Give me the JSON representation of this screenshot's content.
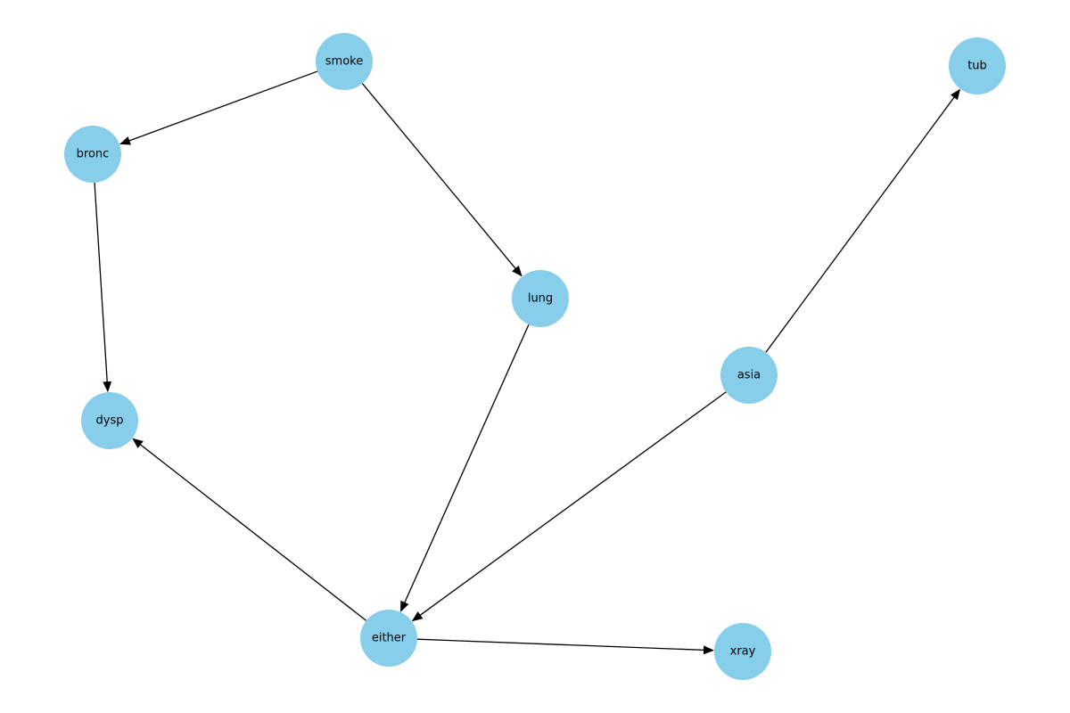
{
  "graph": {
    "node_color": "#87ceeb",
    "edge_color": "#000000",
    "nodes": [
      {
        "id": "smoke",
        "label": "smoke"
      },
      {
        "id": "tub",
        "label": "tub"
      },
      {
        "id": "bronc",
        "label": "bronc"
      },
      {
        "id": "lung",
        "label": "lung"
      },
      {
        "id": "asia",
        "label": "asia"
      },
      {
        "id": "dysp",
        "label": "dysp"
      },
      {
        "id": "either",
        "label": "either"
      },
      {
        "id": "xray",
        "label": "xray"
      }
    ],
    "edges": [
      {
        "from": "smoke",
        "to": "bronc"
      },
      {
        "from": "smoke",
        "to": "lung"
      },
      {
        "from": "bronc",
        "to": "dysp"
      },
      {
        "from": "lung",
        "to": "either"
      },
      {
        "from": "asia",
        "to": "tub"
      },
      {
        "from": "asia",
        "to": "either"
      },
      {
        "from": "either",
        "to": "dysp"
      },
      {
        "from": "either",
        "to": "xray"
      }
    ]
  }
}
